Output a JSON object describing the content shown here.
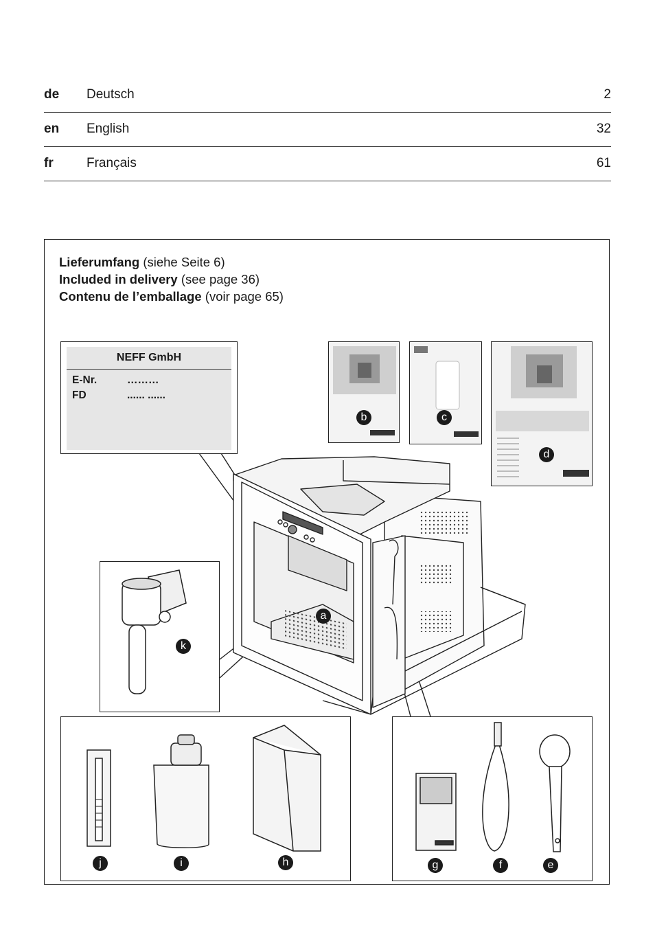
{
  "toc": [
    {
      "code": "de",
      "language": "Deutsch",
      "page": "2"
    },
    {
      "code": "en",
      "language": "English",
      "page": "32"
    },
    {
      "code": "fr",
      "language": "Français",
      "page": "61"
    }
  ],
  "delivery": {
    "lines": [
      {
        "bold": "Lieferumfang",
        "rest": " (siehe Seite 6)"
      },
      {
        "bold": "Included in delivery",
        "rest": " (see page 36)"
      },
      {
        "bold": "Contenu de l’emballage",
        "rest": " (voir page 65)"
      }
    ]
  },
  "nameplate": {
    "brand": "NEFF GmbH",
    "enr_label": "E-Nr.",
    "enr_value": "………",
    "fd_label": "FD",
    "fd_value": "......  ......"
  },
  "callouts": {
    "a": "a",
    "b": "b",
    "c": "c",
    "d": "d",
    "e": "e",
    "f": "f",
    "g": "g",
    "h": "h",
    "i": "i",
    "j": "j",
    "k": "k"
  }
}
